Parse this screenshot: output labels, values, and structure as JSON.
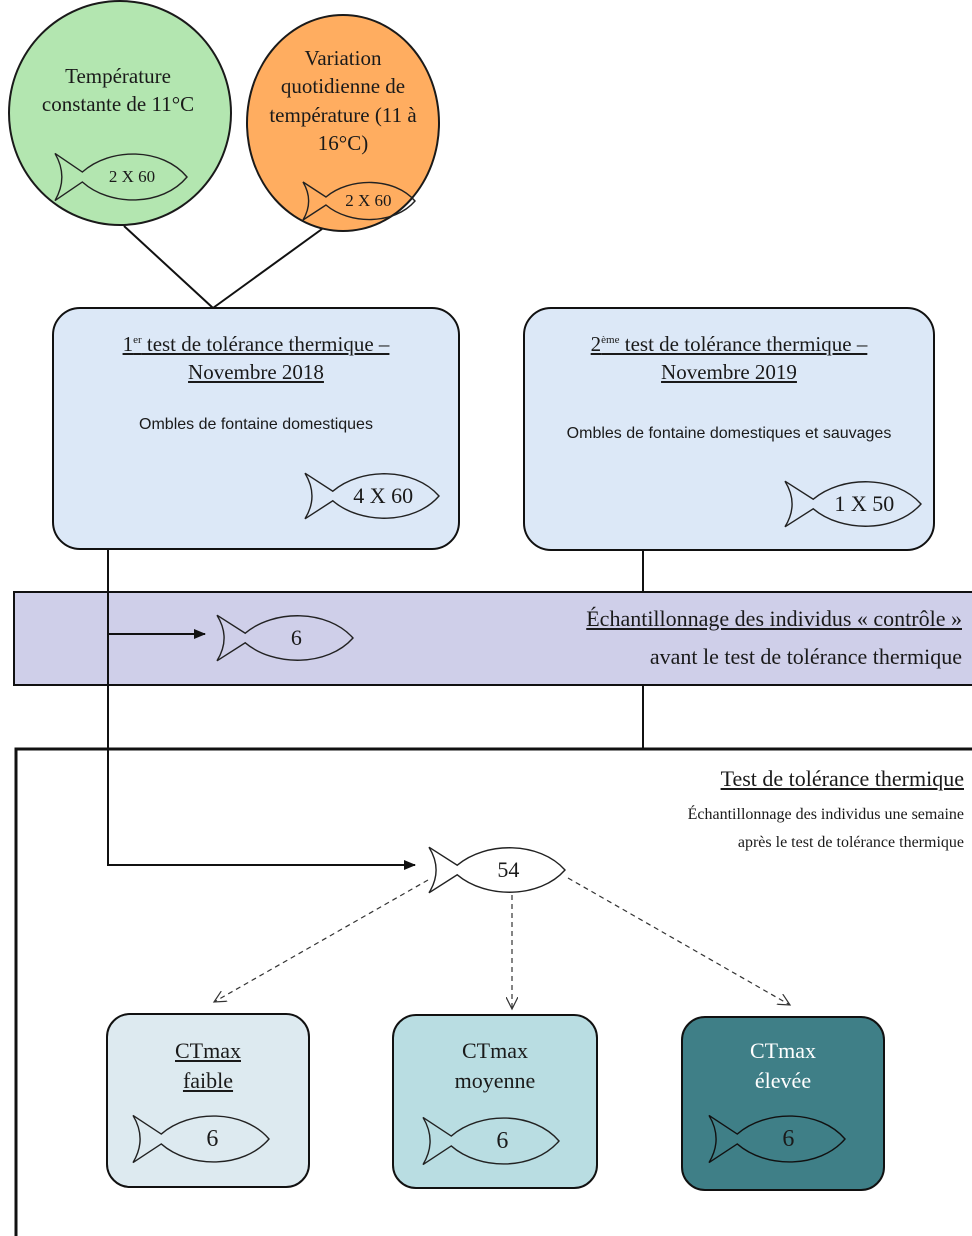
{
  "circles": {
    "constant": {
      "label": "Température constante de 11°C",
      "fish": "2 X 60",
      "color": "#b3e6b0"
    },
    "variable": {
      "label": "Variation quotidienne de température (11 à 16°C)",
      "fish": "2 X 60",
      "color": "#ffad60"
    }
  },
  "test1": {
    "title_sup": "er",
    "title_pre": "1",
    "title_main": " test de tolérance thermique –",
    "title_date": "Novembre 2018",
    "subtitle": "Ombles de fontaine domestiques",
    "fish": "4 X 60",
    "color": "#dce8f7"
  },
  "test2": {
    "title_sup": "ème",
    "title_pre": "2",
    "title_main": " test de tolérance thermique –",
    "title_date": "Novembre 2019",
    "subtitle": "Ombles de fontaine domestiques et sauvages",
    "fish": "1 X 50",
    "color": "#dce8f7"
  },
  "control_band": {
    "title": "Échantillonnage des individus « contrôle »",
    "subtitle": "avant le test de tolérance thermique",
    "fish": "6",
    "color": "#cfcfe9"
  },
  "test_section": {
    "title": "Test de tolérance thermique",
    "subtitle_line1": "Échantillonnage des individus une semaine",
    "subtitle_line2": "après le test de tolérance thermique",
    "fish": "54"
  },
  "ctmax": [
    {
      "line1": "CTmax",
      "line2": "faible",
      "fish": "6",
      "color": "#ddeaf0",
      "text_color": "#1a1a1a"
    },
    {
      "line1": "CTmax",
      "line2": "moyenne",
      "fish": "6",
      "color": "#b9dde2",
      "text_color": "#1a1a1a"
    },
    {
      "line1": "CTmax",
      "line2": "élevée",
      "fish": "6",
      "color": "#3f7f87",
      "text_color": "#ffffff"
    }
  ],
  "icons": {
    "fish": "fish-icon"
  }
}
